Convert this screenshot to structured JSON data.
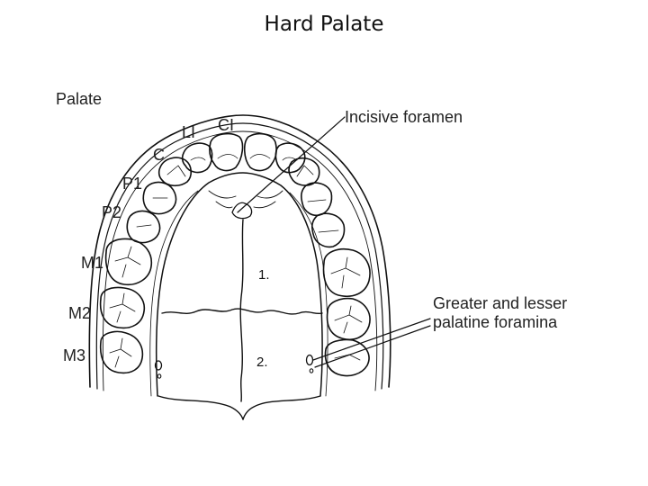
{
  "slide": {
    "title": "Hard Palate"
  },
  "figure": {
    "heading": "Palate",
    "tooth_labels": {
      "li": "LI",
      "ci": "CI",
      "c": "C",
      "p1": "P1",
      "p2": "P2",
      "m1": "M1",
      "m2": "M2",
      "m3": "M3"
    },
    "callouts": {
      "incisive": "Incisive foramen",
      "palatine_line1": "Greater and lesser",
      "palatine_line2": "palatine foramina"
    },
    "numbers": {
      "one": "1.",
      "two": "2."
    }
  },
  "colors": {
    "ink": "#111111",
    "background": "#ffffff"
  }
}
